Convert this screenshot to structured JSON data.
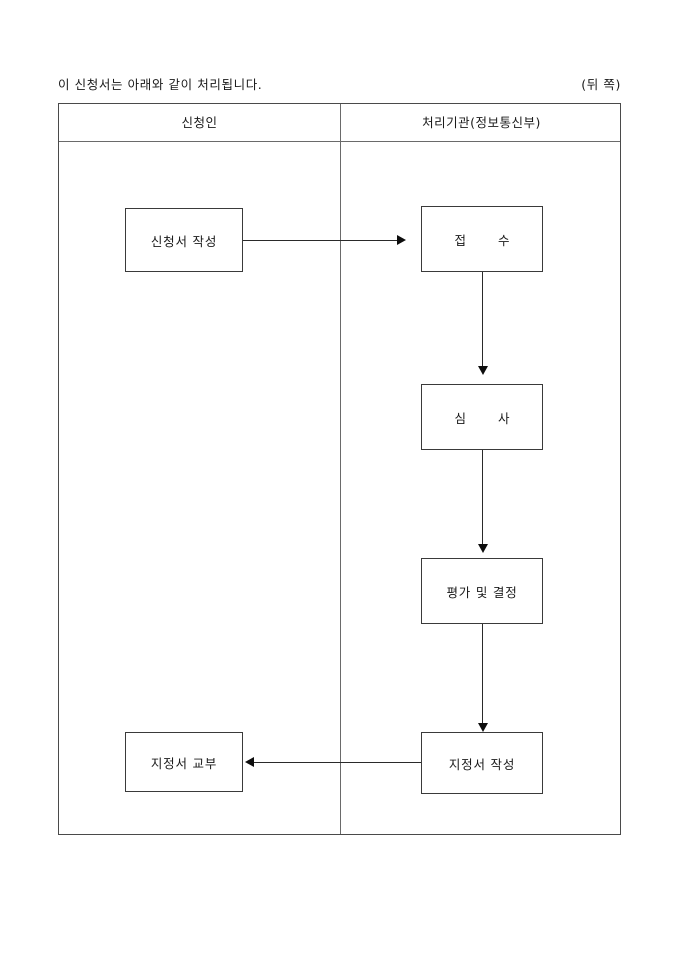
{
  "document": {
    "caption": "이 신청서는 아래와 같이 처리됩니다.",
    "page_side_note": "(뒤  쪽)"
  },
  "table": {
    "columns": [
      {
        "id": "applicant",
        "header": "신청인"
      },
      {
        "id": "agency",
        "header": "처리기관(정보통신부)"
      }
    ]
  },
  "flow": {
    "nodes": [
      {
        "id": "write-application",
        "column": "applicant",
        "label": "신청서 작성"
      },
      {
        "id": "receipt",
        "column": "agency",
        "label": "접        수"
      },
      {
        "id": "examination",
        "column": "agency",
        "label": "심        사"
      },
      {
        "id": "evaluation-decision",
        "column": "agency",
        "label": "평가 및 결정"
      },
      {
        "id": "prepare-certificate",
        "column": "agency",
        "label": "지정서  작성"
      },
      {
        "id": "issue-certificate",
        "column": "applicant",
        "label": "지정서 교부"
      }
    ],
    "edges": [
      {
        "id": "edge-write-to-receipt",
        "from": "write-application",
        "to": "receipt",
        "direction": "right"
      },
      {
        "id": "edge-receipt-to-examination",
        "from": "receipt",
        "to": "examination",
        "direction": "down"
      },
      {
        "id": "edge-examination-to-evaluation",
        "from": "examination",
        "to": "evaluation-decision",
        "direction": "down"
      },
      {
        "id": "edge-evaluation-to-prepare",
        "from": "evaluation-decision",
        "to": "prepare-certificate",
        "direction": "down"
      },
      {
        "id": "edge-prepare-to-issue",
        "from": "prepare-certificate",
        "to": "issue-certificate",
        "direction": "left"
      }
    ]
  },
  "colors": {
    "page_background": "#ffffff",
    "text": "#1a1a1a",
    "table_border": "#4a4a4a",
    "box_border": "#3a3a3a",
    "connector": "#2a2a2a"
  }
}
